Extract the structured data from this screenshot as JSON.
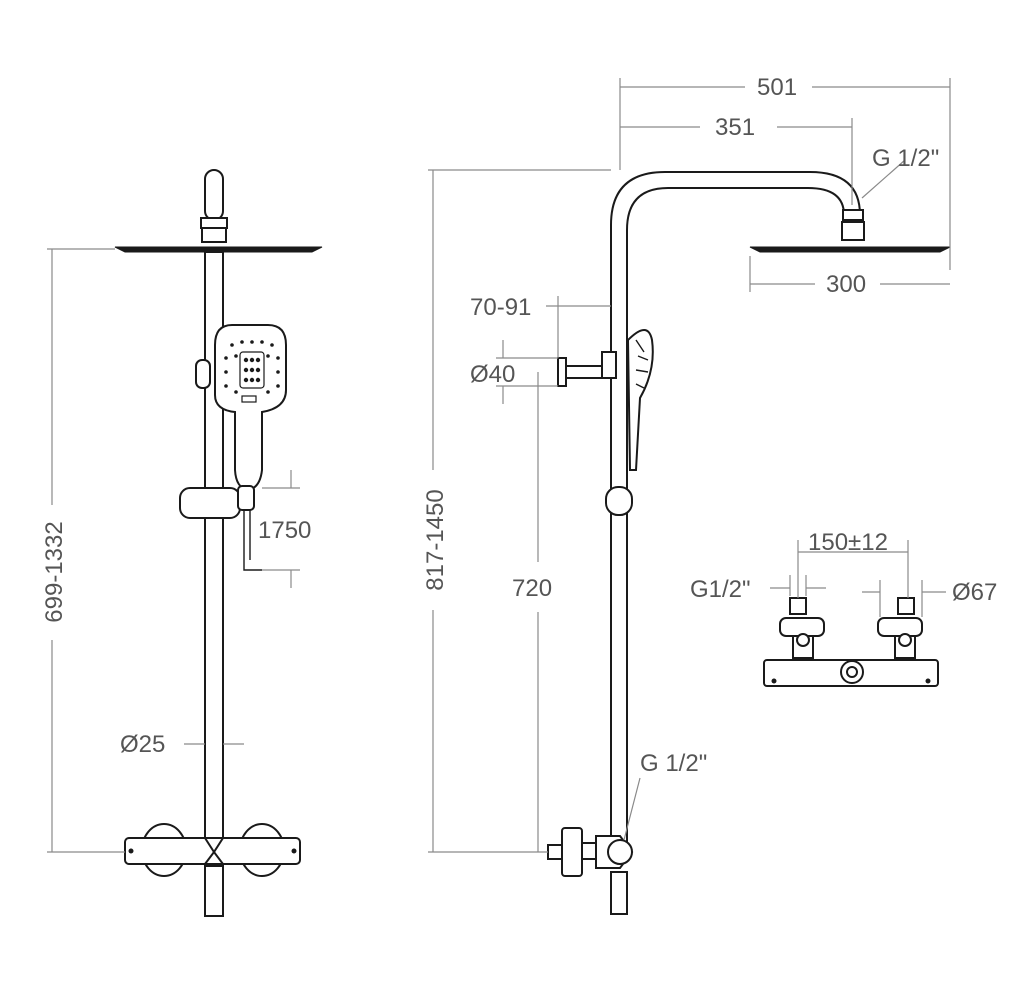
{
  "dimensions": {
    "total_width": "501",
    "arm_width": "351",
    "overhead_thread": "G 1/2\"",
    "head_diameter": "300",
    "wall_distance": "70-91",
    "bracket_diameter": "Ø40",
    "height_range_front": "699-1332",
    "hose_length": "1750",
    "pipe_diameter": "Ø25",
    "height_range_side": "817-1450",
    "riser_height": "720",
    "inlet_thread": "G 1/2\"",
    "center_distance": "150±12",
    "valve_thread": "G1/2\"",
    "cover_diameter": "Ø67"
  },
  "colors": {
    "line": "#1a1a1a",
    "dimension": "#8a8a8a",
    "text": "#555555"
  }
}
